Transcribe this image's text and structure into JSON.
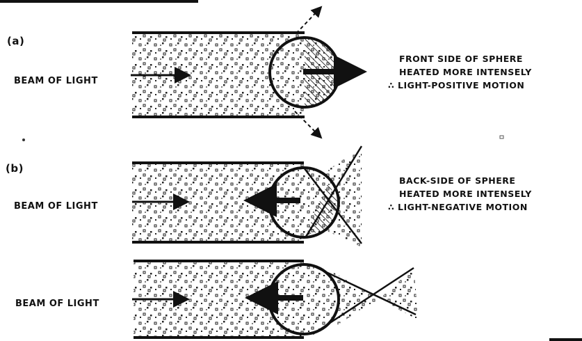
{
  "panels": [
    {
      "id": "a",
      "label": "(a)",
      "beam_label": "BEAM OF LIGHT",
      "caption": [
        "FRONT SIDE OF SPHERE",
        "HEATED MORE INTENSELY",
        "∴ LIGHT-POSITIVE MOTION"
      ],
      "motion": "toward-right",
      "heated_side": "front",
      "focus_cone": false
    },
    {
      "id": "b",
      "label": "(b)",
      "beam_label": "BEAM OF LIGHT",
      "caption": [
        "BACK-SIDE OF SPHERE",
        "HEATED MORE INTENSELY",
        "∴ LIGHT-NEGATIVE MOTION"
      ],
      "motion": "toward-left",
      "heated_side": "back",
      "focus_cone": true
    },
    {
      "id": "c",
      "label": "",
      "beam_label": "BEAM OF LIGHT",
      "caption": [],
      "motion": "toward-left",
      "heated_side": "back",
      "focus_cone": true
    }
  ],
  "colors": {
    "ink": "#111111",
    "paper": "#ffffff",
    "hatch": "#333333"
  }
}
